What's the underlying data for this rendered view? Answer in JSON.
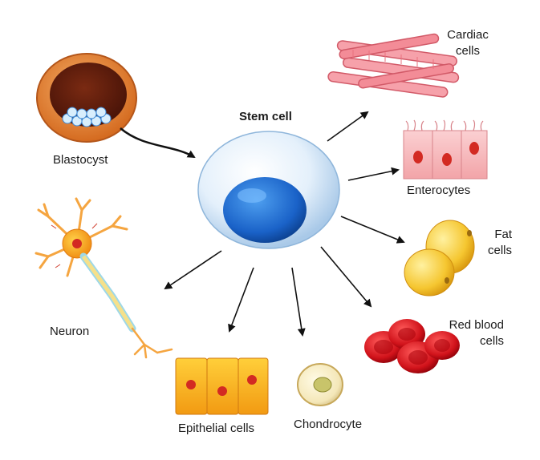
{
  "diagram": {
    "center": {
      "title": "Stem cell"
    },
    "source": {
      "label": "Blastocyst"
    },
    "targets": {
      "cardiac": {
        "line1": "Cardiac",
        "line2": "cells"
      },
      "enterocytes": {
        "label": "Enterocytes"
      },
      "fat": {
        "line1": "Fat",
        "line2": "cells"
      },
      "red_blood": {
        "line1": "Red blood",
        "line2": "cells"
      },
      "chondrocyte": {
        "label": "Chondrocyte"
      },
      "epithelial": {
        "label": "Epithelial cells"
      },
      "neuron": {
        "label": "Neuron"
      }
    }
  }
}
